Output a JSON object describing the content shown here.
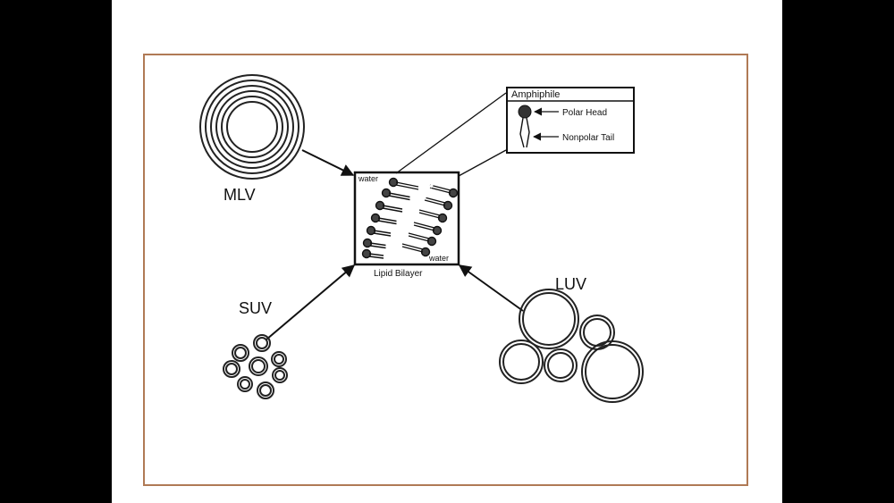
{
  "labels": {
    "mlv": "MLV",
    "suv": "SUV",
    "luv": "LUV",
    "bilayer_caption": "Lipid Bilayer",
    "water_top": "water",
    "water_bottom": "water",
    "amphiphile_title": "Amphiphile",
    "polar_head": "Polar Head",
    "nonpolar_tail": "Nonpolar Tail"
  },
  "colors": {
    "background_side": "#000000",
    "slide": "#ffffff",
    "frame_border": "#b07a55",
    "ink": "#111111"
  }
}
